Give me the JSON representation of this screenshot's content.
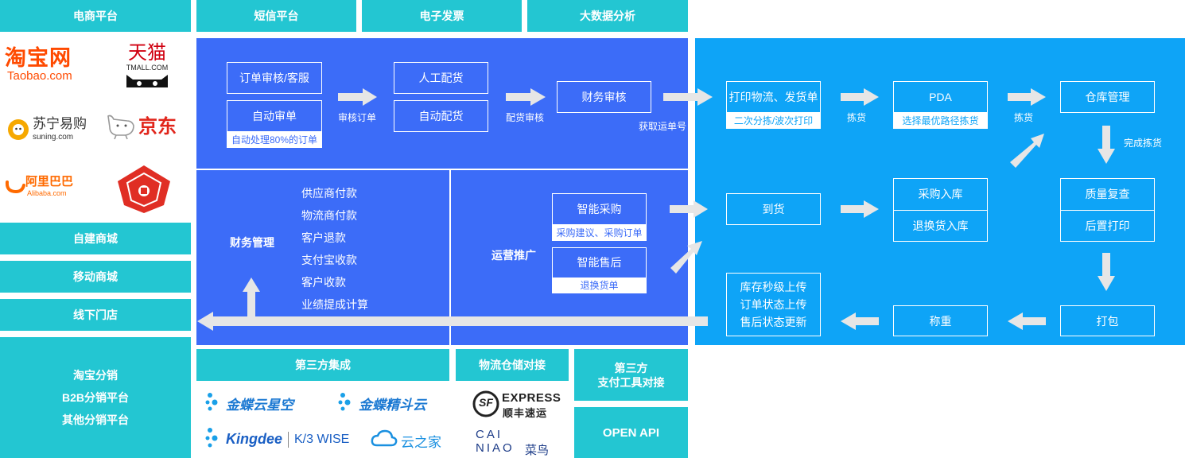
{
  "left": {
    "ecommerce_header": "电商平台",
    "logos": {
      "taobao_cn": "淘宝网",
      "taobao_en": "Taobao.com",
      "tmall_cn": "天猫",
      "tmall_en": "TMALL.COM",
      "suning_cn": "苏宁易购",
      "suning_en": "suning.com",
      "jd_cn": "京东",
      "alibaba_cn": "阿里巴巴",
      "alibaba_en": "Alibaba.com"
    },
    "own_mall": "自建商城",
    "mobile_mall": "移动商城",
    "offline_store": "线下门店",
    "distribution": [
      "淘宝分销",
      "B2B分销平台",
      "其他分销平台"
    ]
  },
  "top_headers": {
    "sms": "短信平台",
    "invoice": "电子发票",
    "bigdata": "大数据分析"
  },
  "order_flow": {
    "order_review": "订单审核/客服",
    "auto_review": "自动审单",
    "auto_review_note": "自动处理80%的订单",
    "arrow1_label": "审核订单",
    "manual_alloc": "人工配货",
    "auto_alloc": "自动配货",
    "arrow2_label": "配货审核",
    "finance_review": "财务审核",
    "arrow3_label": "获取运单号"
  },
  "finance": {
    "title": "财务管理",
    "items": [
      "供应商付款",
      "物流商付款",
      "客户退款",
      "支付宝收款",
      "客户收款",
      "业绩提成计算"
    ]
  },
  "operations": {
    "title": "运营推广",
    "smart_purchase": "智能采购",
    "smart_purchase_note": "采购建议、采购订单",
    "smart_aftersale": "智能售后",
    "smart_aftersale_note": "退换货单"
  },
  "warehouse": {
    "print": "打印物流、发货单",
    "print_note": "二次分拣/波次打印",
    "arrow_pick1": "拣货",
    "pda": "PDA",
    "pda_note": "选择最优路径拣货",
    "arrow_pick2": "拣货",
    "wms": "仓库管理",
    "finish_pick": "完成拣货",
    "arrival": "到货",
    "purchase_in": "采购入库",
    "return_in": "退换货入库",
    "quality": "质量复查",
    "post_print": "后置打印",
    "pack": "打包",
    "weigh": "称重",
    "sync": [
      "库存秒级上传",
      "订单状态上传",
      "售后状态更新"
    ]
  },
  "integration": {
    "third_party": "第三方集成",
    "logistics": "物流仓储对接",
    "payment": [
      "第三方",
      "支付工具对接"
    ],
    "open_api": "OPEN API",
    "logos": {
      "kingdee_star": "金蝶云星空",
      "kingdee_jdy": "金蝶精斗云",
      "kingdee_k3": "Kingdee",
      "k3_wise": "K/3 WISE",
      "yunzhijia": "云之家",
      "sf_en": "EXPRESS",
      "sf_cn": "顺丰速运",
      "sf_mark": "SF",
      "cainiao_en_1": "CAI",
      "cainiao_en_2": "NIAO",
      "cainiao_cn": "菜鸟"
    }
  },
  "colors": {
    "teal": "#23c6d2",
    "royal_blue": "#3c6cf8",
    "sky_blue": "#0ea4f7",
    "arrow": "#e6e6e6"
  }
}
